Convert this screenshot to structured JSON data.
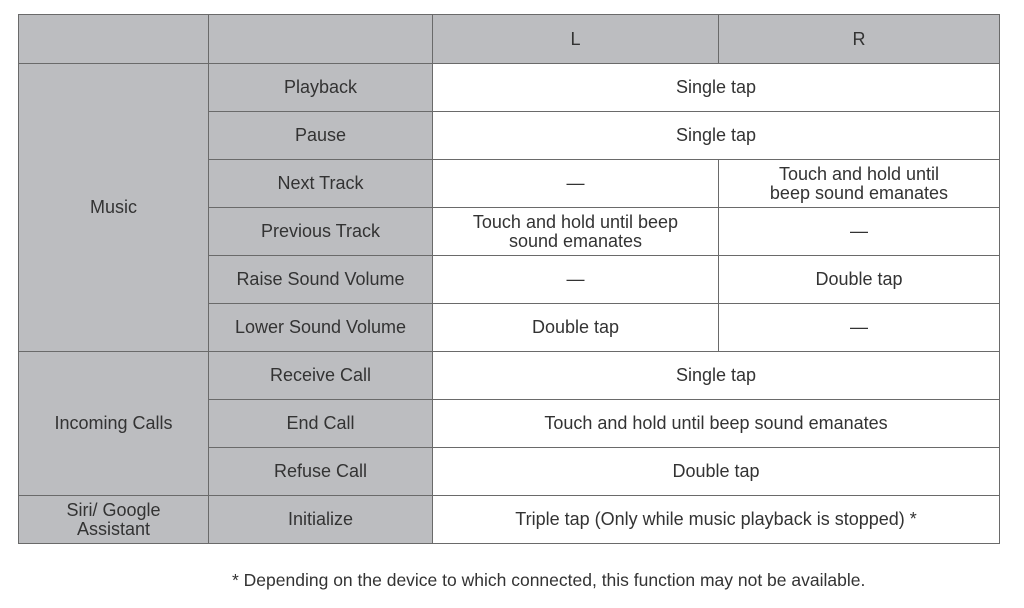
{
  "header": {
    "c1": "",
    "c2": "",
    "left": "L",
    "right": "R"
  },
  "groups": {
    "music": "Music",
    "calls": "Incoming Calls",
    "assistant": "Siri/ Google Assistant"
  },
  "rows": [
    {
      "action": "Playback",
      "both": "Single tap"
    },
    {
      "action": "Pause",
      "both": "Single tap"
    },
    {
      "action": "Next Track",
      "left": "—",
      "right": "Touch and hold until beep sound emanates"
    },
    {
      "action": "Previous Track",
      "left": "Touch and hold until beep sound emanates",
      "right": "—"
    },
    {
      "action": "Raise Sound Volume",
      "left": "—",
      "right": "Double tap"
    },
    {
      "action": "Lower Sound Volume",
      "left": "Double tap",
      "right": "—"
    },
    {
      "action": "Receive Call",
      "both": "Single tap"
    },
    {
      "action": "End Call",
      "both": "Touch and hold until beep sound emanates"
    },
    {
      "action": "Refuse Call",
      "both": "Double tap"
    },
    {
      "action": "Initialize",
      "both": "Triple tap (Only while music playback is stopped) *"
    }
  ],
  "footnote": "* Depending on the device to which connected, this function may not be available."
}
